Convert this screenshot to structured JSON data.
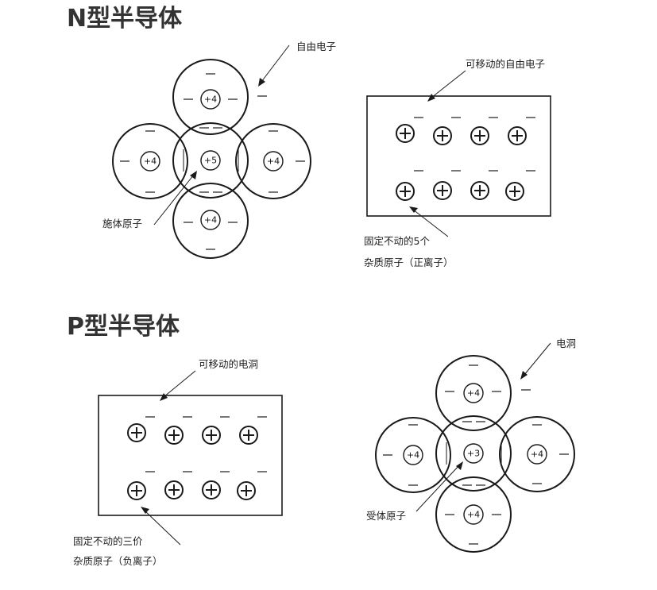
{
  "n_section": {
    "title": "N型半导体",
    "lattice": {
      "center_charge": "+5",
      "neighbor_charge": "+4",
      "free_electron_label": "自由电子",
      "donor_label": "施体原子"
    },
    "crystal": {
      "mobile_label": "可移动的自由电子",
      "fixed_label_line1": "固定不动的5个",
      "fixed_label_line2": "杂质原子（正离子）"
    }
  },
  "p_section": {
    "title": "P型半导体",
    "crystal": {
      "mobile_label": "可移动的电洞",
      "fixed_label_line1": "固定不动的三价",
      "fixed_label_line2": "杂质原子（负离子）"
    },
    "lattice": {
      "center_charge": "+3",
      "neighbor_charge": "+4",
      "hole_label": "电洞",
      "acceptor_label": "受体原子"
    }
  },
  "colors": {
    "ink": "#1a1a1a",
    "title": "#333333",
    "background": "#ffffff"
  }
}
